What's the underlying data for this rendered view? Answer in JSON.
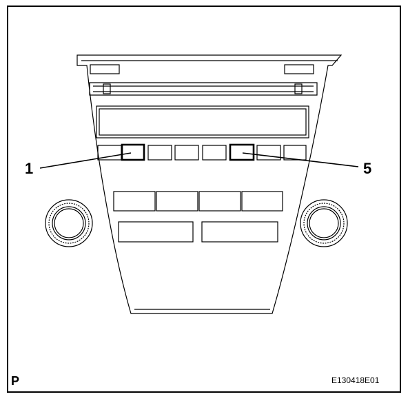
{
  "callouts": {
    "left": "1",
    "right": "5"
  },
  "corner_mark": "P",
  "figure_code": "E130418E01",
  "colors": {
    "line": "#000000",
    "background": "#ffffff"
  }
}
